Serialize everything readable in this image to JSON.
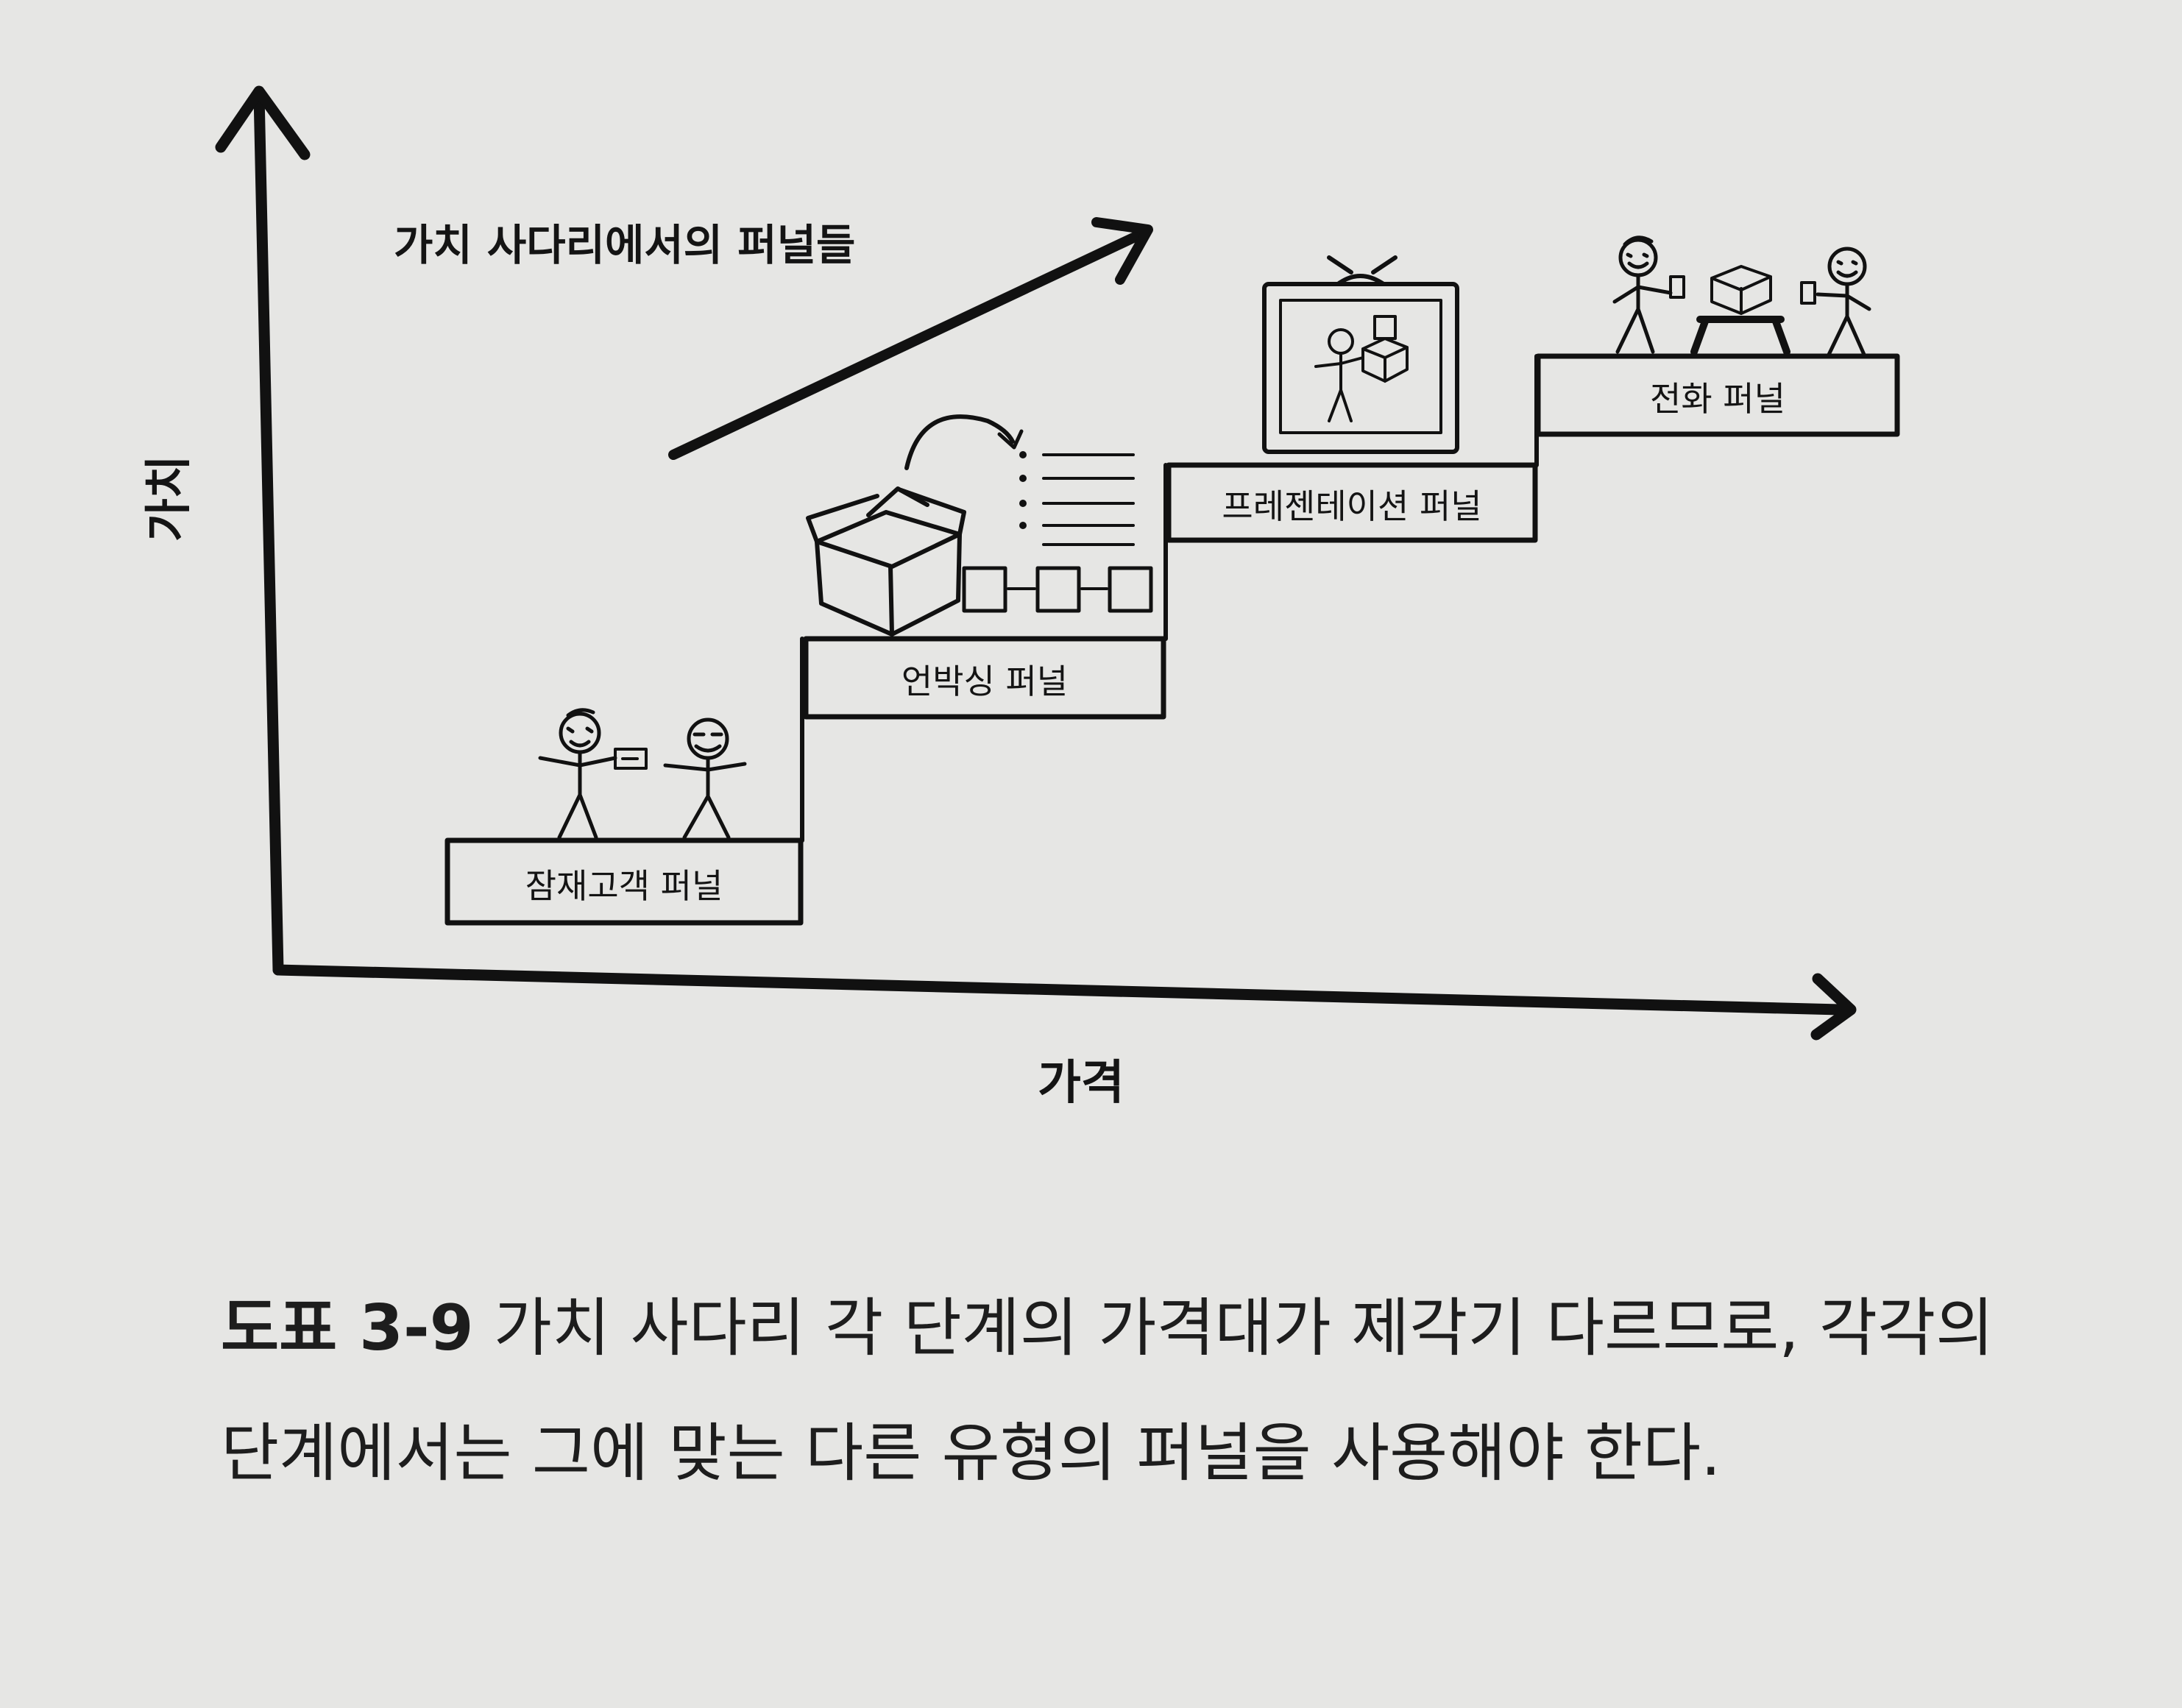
{
  "diagram": {
    "title": "가치 사다리에서의 퍼널들",
    "y_axis_label": "가치",
    "x_axis_label": "가격",
    "steps": [
      {
        "label": "잠재고객 퍼널",
        "illustration": "two-stick-figures-exchanging-card"
      },
      {
        "label": "언박싱 퍼널",
        "illustration": "open-box-with-list-and-sequence"
      },
      {
        "label": "프레젠테이션 퍼널",
        "illustration": "tv-showing-presenter"
      },
      {
        "label": "전화 퍼널",
        "illustration": "two-stick-figures-on-phones-with-boxes"
      }
    ]
  },
  "caption": {
    "figure_number": "도표 3-9",
    "text": "가치 사다리 각 단계의 가격대가 제각기 다르므로, 각각의 단계에서는 그에 맞는 다른 유형의 퍼널을 사용해야 한다."
  }
}
